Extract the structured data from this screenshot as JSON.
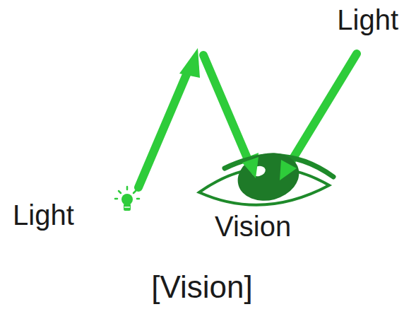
{
  "diagram": {
    "caption": "[Vision]",
    "labels": [
      "Light",
      "Light",
      "Vision"
    ]
  }
}
